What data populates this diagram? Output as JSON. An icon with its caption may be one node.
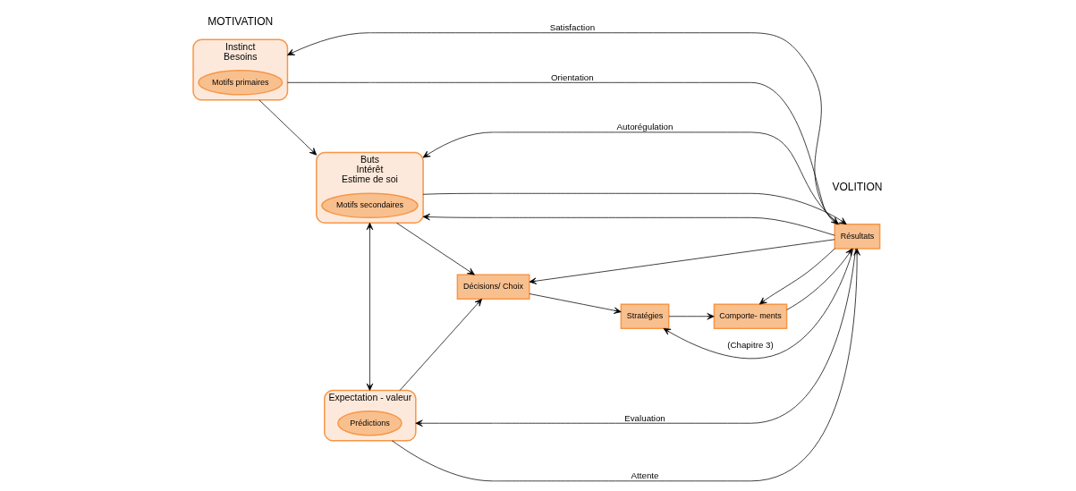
{
  "diagram": {
    "nodes": [
      {
        "text": [
          "Instinct",
          "Besoins"
        ]
      },
      {
        "text": [
          "Motifs primaires"
        ],
        "in": 0
      },
      {
        "text": [
          "Buts",
          "Intérêt",
          "Estime de soi"
        ]
      },
      {
        "text": [
          "Motifs secondaires"
        ],
        "in": 2
      },
      {
        "text": [
          "Expectation - valeur"
        ]
      },
      {
        "text": [
          "Prédictions"
        ],
        "in": 4
      },
      {
        "text": [
          "Décisions/ Choix"
        ]
      },
      {
        "text": [
          "Stratégies"
        ]
      },
      {
        "text": [
          "Comporte- ments"
        ]
      },
      {
        "text": [
          "Résultats"
        ]
      }
    ],
    "edges": [
      {
        "from": 0,
        "to": 2,
        "arrow": "to"
      },
      {
        "from": 9,
        "to": 0,
        "arrow": "to",
        "label": "Satisfaction"
      },
      {
        "from": 9,
        "to": 2,
        "arrow": "to"
      },
      {
        "from": 0,
        "to": 9,
        "arrow": "to",
        "label": "Orientation"
      },
      {
        "from": 2,
        "to": 9,
        "arrow": "to"
      },
      {
        "from": 9,
        "to": 2,
        "arrow": "to",
        "label": "Autorégulation"
      },
      {
        "from": 9,
        "to": 6,
        "arrow": "to"
      },
      {
        "from": 9,
        "to": 7,
        "arrow": "to",
        "label": "(Chapitre 3)"
      },
      {
        "from": 2,
        "to": 4,
        "arrow": "both"
      },
      {
        "from": 2,
        "to": 6,
        "arrow": "to"
      },
      {
        "from": 4,
        "to": 6,
        "arrow": "to"
      },
      {
        "from": 6,
        "to": 7,
        "arrow": "to"
      },
      {
        "from": 7,
        "to": 8,
        "arrow": "to"
      },
      {
        "from": 8,
        "to": 9,
        "arrow": "to"
      },
      {
        "from": 9,
        "to": 4,
        "arrow": "to",
        "label": "Evaluation"
      },
      {
        "from": 9,
        "to": 8,
        "arrow": "to"
      },
      {
        "from": 4,
        "to": 9,
        "arrow": "to",
        "label": "Attente"
      }
    ],
    "labels": [
      "MOTIVATION",
      "VOLITION"
    ]
  }
}
